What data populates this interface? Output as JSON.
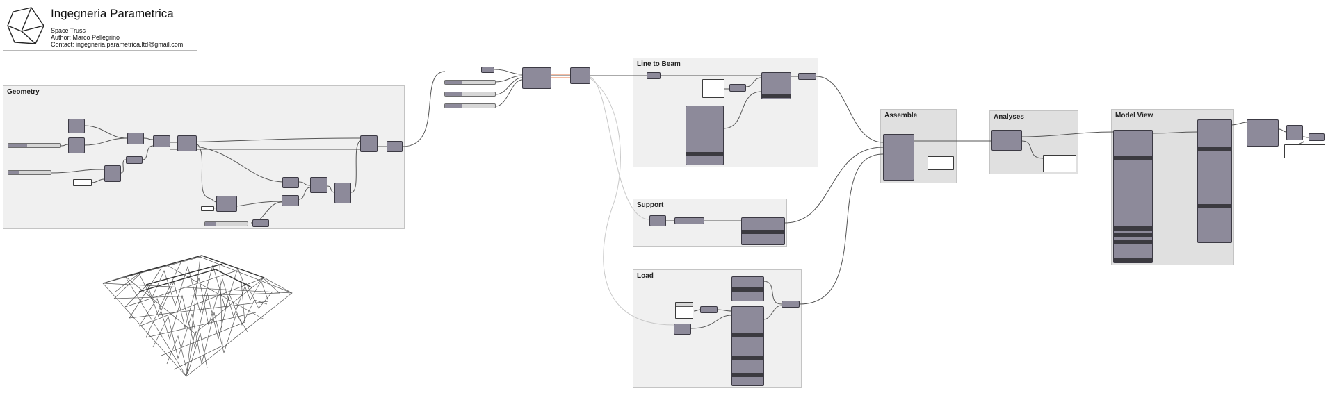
{
  "header": {
    "title": "Ingegneria Parametrica",
    "subtitle": "Space Truss",
    "author": "Author: Marco Pellegrino",
    "contact": "Contact: ingegneria.parametrica.ltd@gmail.com",
    "logo_icon": "cube-icon"
  },
  "groups": {
    "geometry": "Geometry",
    "line_to_beam": "Line to Beam",
    "support": "Support",
    "load": "Load",
    "assemble": "Assemble",
    "analyses": "Analyses",
    "model_view": "Model View"
  },
  "colors": {
    "component": "#8d8a9a",
    "group_light": "#f0f0f0",
    "group_dark": "#e0e0e0",
    "wire": "#555555",
    "wire_light": "#c8c8c8",
    "wire_highlight": "#e8784a"
  },
  "preview": {
    "icon": "space-truss-preview-icon"
  }
}
